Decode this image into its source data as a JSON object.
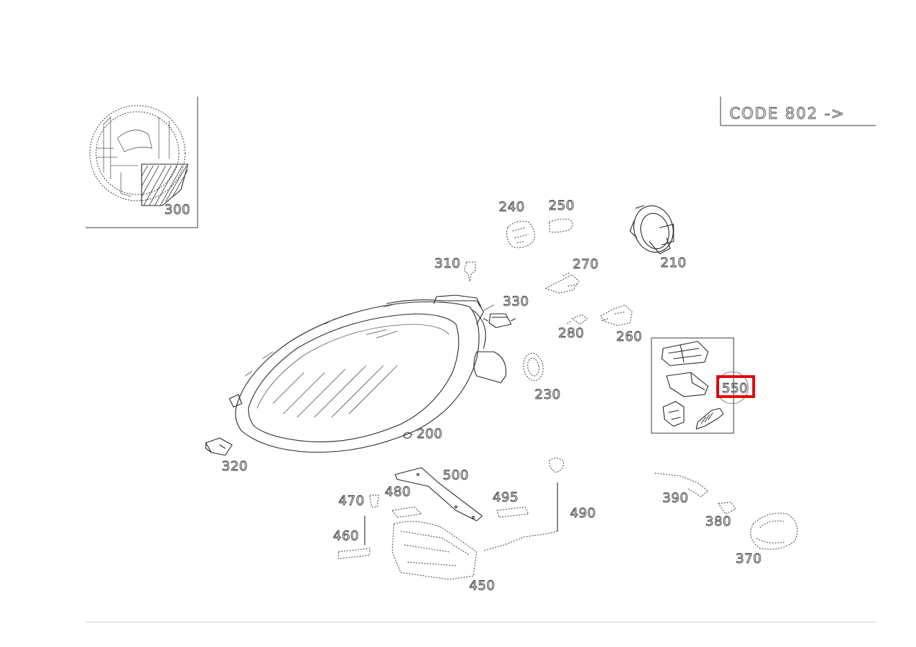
{
  "code_label": "CODE 802 ->",
  "highlight_color": "#e00000",
  "selected_part": "550",
  "parts": {
    "p200": "200",
    "p210": "210",
    "p230": "230",
    "p240": "240",
    "p250": "250",
    "p260": "260",
    "p270": "270",
    "p280": "280",
    "p300": "300",
    "p310": "310",
    "p320": "320",
    "p330": "330",
    "p370": "370",
    "p380": "380",
    "p390": "390",
    "p450": "450",
    "p460": "460",
    "p470": "470",
    "p480": "480",
    "p490": "490",
    "p495": "495",
    "p500": "500",
    "p550": "550"
  }
}
